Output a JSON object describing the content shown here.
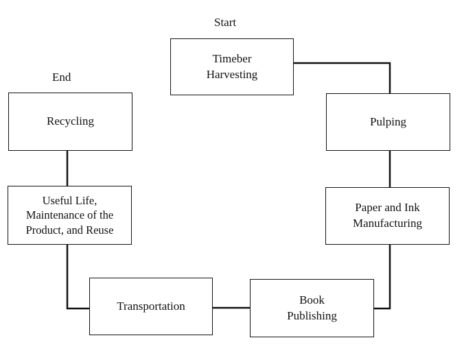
{
  "labels": {
    "start": "Start",
    "end": "End"
  },
  "steps": [
    {
      "id": "timber",
      "text": "Timeber\nHarvesting"
    },
    {
      "id": "pulping",
      "text": "Pulping"
    },
    {
      "id": "paper",
      "text": "Paper and Ink\nManufacturing"
    },
    {
      "id": "book",
      "text": "Book\nPublishing"
    },
    {
      "id": "transport",
      "text": "Transportation"
    },
    {
      "id": "useful",
      "text": "Useful Life,\nMaintenance of the\nProduct, and Reuse"
    },
    {
      "id": "recycling",
      "text": "Recycling"
    }
  ],
  "colors": {
    "line": "#111111",
    "box_border": "#111111",
    "background": "#ffffff"
  }
}
